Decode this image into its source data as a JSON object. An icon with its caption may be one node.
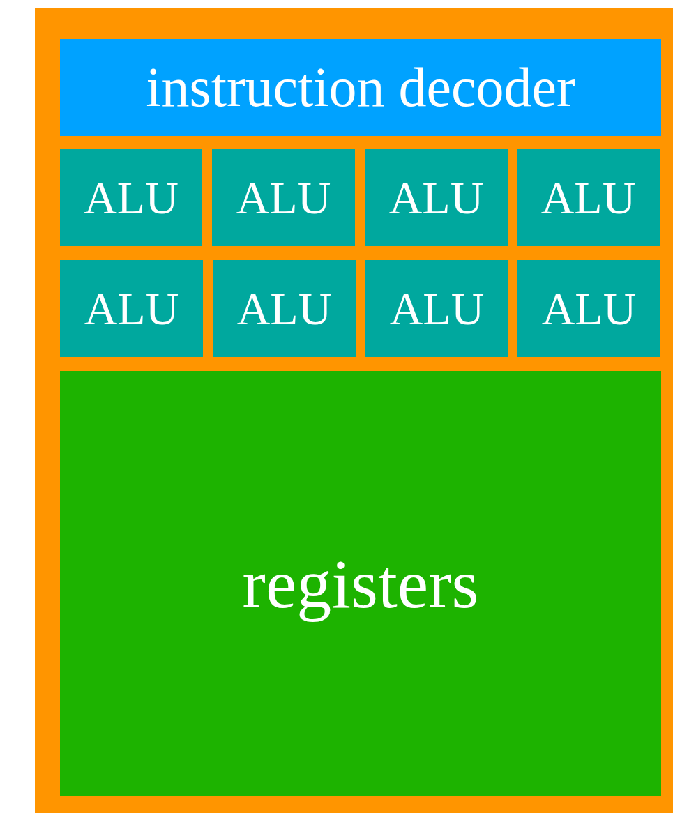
{
  "diagram": {
    "nodes": [
      {
        "text": [],
        "shape": "box"
      },
      {
        "text": [
          "instruction decoder"
        ],
        "in": 0
      },
      {
        "text": [
          "ALU"
        ],
        "in": 0
      },
      {
        "text": [
          "ALU"
        ],
        "in": 0
      },
      {
        "text": [
          "ALU"
        ],
        "in": 0
      },
      {
        "text": [
          "ALU"
        ],
        "in": 0
      },
      {
        "text": [
          "ALU"
        ],
        "in": 0
      },
      {
        "text": [
          "ALU"
        ],
        "in": 0
      },
      {
        "text": [
          "ALU"
        ],
        "in": 0
      },
      {
        "text": [
          "ALU"
        ],
        "in": 0
      },
      {
        "text": [
          "registers"
        ],
        "in": 0
      }
    ]
  }
}
